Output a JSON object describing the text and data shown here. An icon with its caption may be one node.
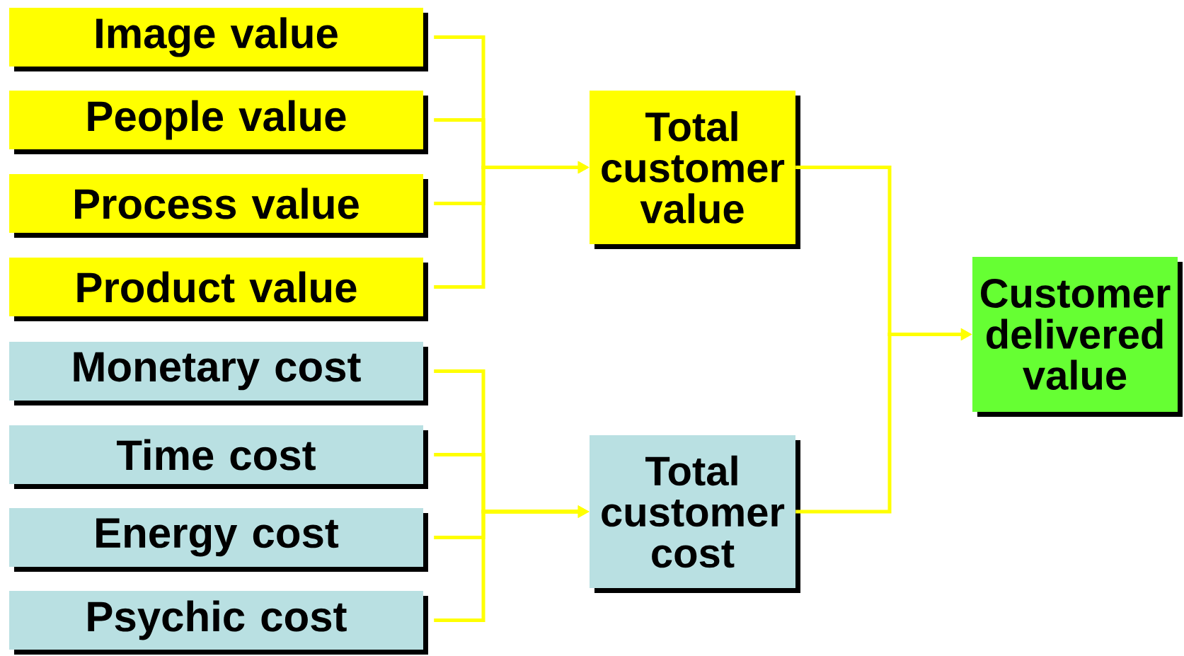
{
  "diagram": {
    "nodes": [
      {
        "text": [
          "Image value"
        ]
      },
      {
        "text": [
          "People value"
        ]
      },
      {
        "text": [
          "Process value"
        ]
      },
      {
        "text": [
          "Product value"
        ]
      },
      {
        "text": [
          "Monetary cost"
        ]
      },
      {
        "text": [
          "Time cost"
        ]
      },
      {
        "text": [
          "Energy cost"
        ]
      },
      {
        "text": [
          "Psychic cost"
        ]
      },
      {
        "text": [
          "Total customer value"
        ]
      },
      {
        "text": [
          "Total customer cost"
        ]
      },
      {
        "text": [
          "Customer delivered value"
        ]
      }
    ],
    "edges": [
      {
        "from": 0,
        "to": 8,
        "arrow": "to"
      },
      {
        "from": 1,
        "to": 8,
        "arrow": "to"
      },
      {
        "from": 2,
        "to": 8,
        "arrow": "to"
      },
      {
        "from": 3,
        "to": 8,
        "arrow": "to"
      },
      {
        "from": 4,
        "to": 9,
        "arrow": "to"
      },
      {
        "from": 5,
        "to": 9,
        "arrow": "to"
      },
      {
        "from": 6,
        "to": 9,
        "arrow": "to"
      },
      {
        "from": 7,
        "to": 9,
        "arrow": "to"
      },
      {
        "from": 8,
        "to": 10,
        "arrow": "to"
      },
      {
        "from": 9,
        "to": 10,
        "arrow": "to"
      }
    ]
  }
}
